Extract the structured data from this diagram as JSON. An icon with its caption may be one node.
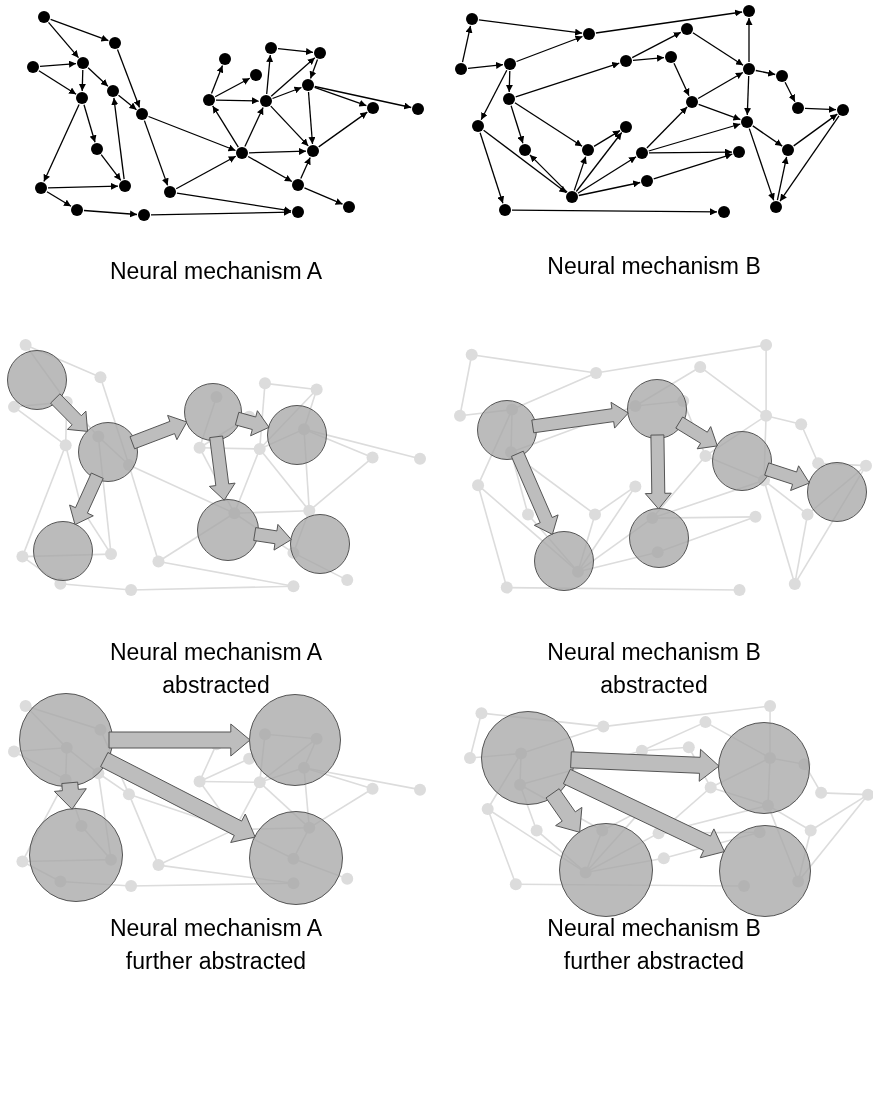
{
  "diagram": {
    "nodes": [
      {
        "text": [],
        "shape": "circle"
      },
      {
        "text": [],
        "shape": "circle"
      },
      {
        "text": [],
        "shape": "circle"
      },
      {
        "text": [],
        "shape": "circle"
      },
      {
        "text": [],
        "shape": "circle"
      },
      {
        "text": [],
        "shape": "circle"
      },
      {
        "text": [],
        "shape": "circle"
      },
      {
        "text": [],
        "shape": "circle"
      },
      {
        "text": [],
        "shape": "circle"
      },
      {
        "text": [],
        "shape": "circle"
      },
      {
        "text": [],
        "shape": "circle"
      },
      {
        "text": [],
        "shape": "circle"
      },
      {
        "text": [],
        "shape": "circle"
      },
      {
        "text": [],
        "shape": "circle"
      },
      {
        "text": [],
        "shape": "circle"
      },
      {
        "text": [],
        "shape": "circle"
      },
      {
        "text": [],
        "shape": "circle"
      },
      {
        "text": [],
        "shape": "circle"
      },
      {
        "text": [],
        "shape": "circle"
      },
      {
        "text": [],
        "shape": "circle"
      },
      {
        "text": [],
        "shape": "circle"
      },
      {
        "text": [],
        "shape": "circle"
      },
      {
        "text": [],
        "shape": "circle"
      },
      {
        "text": [],
        "shape": "circle"
      },
      {
        "text": [],
        "shape": "circle"
      },
      {
        "text": [],
        "shape": "circle"
      },
      {
        "text": [],
        "shape": "circle"
      },
      {
        "text": [],
        "shape": "circle"
      },
      {
        "text": [],
        "shape": "circle"
      },
      {
        "text": [],
        "shape": "circle"
      },
      {
        "text": [],
        "shape": "circle"
      },
      {
        "text": [],
        "shape": "circle"
      },
      {
        "text": [],
        "shape": "circle"
      },
      {
        "text": [],
        "shape": "circle"
      },
      {
        "text": [],
        "shape": "circle"
      },
      {
        "text": [],
        "shape": "circle"
      },
      {
        "text": [],
        "shape": "circle"
      },
      {
        "text": [],
        "shape": "circle"
      },
      {
        "text": [],
        "shape": "circle"
      },
      {
        "text": [],
        "shape": "circle"
      },
      {
        "text": [],
        "shape": "circle"
      },
      {
        "text": [],
        "shape": "circle"
      },
      {
        "text": [],
        "shape": "circle"
      },
      {
        "text": [],
        "shape": "circle"
      },
      {
        "text": [],
        "shape": "circle"
      },
      {
        "text": [],
        "shape": "circle"
      },
      {
        "text": [],
        "shape": "circle"
      },
      {
        "text": [],
        "shape": "circle"
      },
      {
        "text": [],
        "shape": "circle"
      },
      {
        "text": [],
        "shape": "circle"
      },
      {
        "text": [],
        "shape": "circle"
      },
      {
        "text": [],
        "shape": "circle"
      },
      {
        "text": [],
        "shape": "circle"
      },
      {
        "text": [],
        "shape": "circle"
      },
      {
        "text": [],
        "shape": "circle"
      },
      {
        "text": [],
        "shape": "circle"
      },
      {
        "text": [],
        "shape": "circle"
      },
      {
        "text": [],
        "shape": "circle"
      },
      {
        "text": [],
        "shape": "circle"
      },
      {
        "text": [],
        "shape": "circle"
      },
      {
        "text": [],
        "shape": "circle"
      },
      {
        "text": [],
        "shape": "circle"
      },
      {
        "text": [],
        "shape": "circle"
      },
      {
        "text": [],
        "shape": "circle"
      },
      {
        "text": [],
        "shape": "circle"
      },
      {
        "text": [],
        "shape": "circle"
      },
      {
        "text": [],
        "shape": "circle"
      },
      {
        "text": [],
        "shape": "circle"
      },
      {
        "text": [],
        "shape": "circle"
      },
      {
        "text": [],
        "shape": "circle"
      },
      {
        "text": [],
        "shape": "circle"
      },
      {
        "text": [],
        "shape": "circle"
      },
      {
        "text": [],
        "shape": "circle"
      },
      {
        "text": [],
        "shape": "circle"
      },
      {
        "text": [],
        "shape": "circle"
      }
    ],
    "edges": [
      {
        "from": 0,
        "to": 3,
        "arrow": "to"
      },
      {
        "from": 0,
        "to": 1,
        "arrow": "to"
      },
      {
        "from": 2,
        "to": 3,
        "arrow": "to"
      },
      {
        "from": 2,
        "to": 4,
        "arrow": "to"
      },
      {
        "from": 3,
        "to": 4,
        "arrow": "to"
      },
      {
        "from": 3,
        "to": 5,
        "arrow": "to"
      },
      {
        "from": 5,
        "to": 6,
        "arrow": "to"
      },
      {
        "from": 1,
        "to": 6,
        "arrow": "to"
      },
      {
        "from": 4,
        "to": 7,
        "arrow": "to"
      },
      {
        "from": 4,
        "to": 8,
        "arrow": "to"
      },
      {
        "from": 7,
        "to": 9,
        "arrow": "to"
      },
      {
        "from": 8,
        "to": 9,
        "arrow": "to"
      },
      {
        "from": 9,
        "to": 5,
        "arrow": "to"
      },
      {
        "from": 6,
        "to": 10,
        "arrow": "to"
      },
      {
        "from": 8,
        "to": 11,
        "arrow": "to"
      },
      {
        "from": 11,
        "to": 12,
        "arrow": "to"
      },
      {
        "from": 12,
        "to": 13,
        "arrow": "to"
      },
      {
        "from": 10,
        "to": 13,
        "arrow": "to"
      },
      {
        "from": 10,
        "to": 23,
        "arrow": "to"
      },
      {
        "from": 6,
        "to": 23,
        "arrow": "to"
      },
      {
        "from": 23,
        "to": 16,
        "arrow": "to"
      },
      {
        "from": 16,
        "to": 14,
        "arrow": "to"
      },
      {
        "from": 16,
        "to": 15,
        "arrow": "to"
      },
      {
        "from": 16,
        "to": 20,
        "arrow": "to"
      },
      {
        "from": 23,
        "to": 20,
        "arrow": "to"
      },
      {
        "from": 20,
        "to": 17,
        "arrow": "to"
      },
      {
        "from": 20,
        "to": 18,
        "arrow": "to"
      },
      {
        "from": 17,
        "to": 18,
        "arrow": "to"
      },
      {
        "from": 18,
        "to": 19,
        "arrow": "to"
      },
      {
        "from": 20,
        "to": 19,
        "arrow": "to"
      },
      {
        "from": 20,
        "to": 24,
        "arrow": "to"
      },
      {
        "from": 19,
        "to": 24,
        "arrow": "to"
      },
      {
        "from": 19,
        "to": 21,
        "arrow": "to"
      },
      {
        "from": 19,
        "to": 22,
        "arrow": "to"
      },
      {
        "from": 24,
        "to": 21,
        "arrow": "to"
      },
      {
        "from": 23,
        "to": 24,
        "arrow": "to"
      },
      {
        "from": 23,
        "to": 25,
        "arrow": "to"
      },
      {
        "from": 25,
        "to": 24,
        "arrow": "to"
      },
      {
        "from": 25,
        "to": 26,
        "arrow": "to"
      },
      {
        "from": 30,
        "to": 27,
        "arrow": "to"
      },
      {
        "from": 27,
        "to": 28,
        "arrow": "to"
      },
      {
        "from": 28,
        "to": 29,
        "arrow": "to"
      },
      {
        "from": 30,
        "to": 31,
        "arrow": "to"
      },
      {
        "from": 31,
        "to": 28,
        "arrow": "to"
      },
      {
        "from": 31,
        "to": 37,
        "arrow": "to"
      },
      {
        "from": 31,
        "to": 42,
        "arrow": "to"
      },
      {
        "from": 37,
        "to": 33,
        "arrow": "to"
      },
      {
        "from": 33,
        "to": 34,
        "arrow": "to"
      },
      {
        "from": 33,
        "to": 32,
        "arrow": "to"
      },
      {
        "from": 32,
        "to": 35,
        "arrow": "to"
      },
      {
        "from": 34,
        "to": 38,
        "arrow": "to"
      },
      {
        "from": 38,
        "to": 35,
        "arrow": "to"
      },
      {
        "from": 38,
        "to": 41,
        "arrow": "to"
      },
      {
        "from": 35,
        "to": 29,
        "arrow": "to"
      },
      {
        "from": 35,
        "to": 36,
        "arrow": "to"
      },
      {
        "from": 35,
        "to": 41,
        "arrow": "to"
      },
      {
        "from": 36,
        "to": 39,
        "arrow": "to"
      },
      {
        "from": 39,
        "to": 40,
        "arrow": "to"
      },
      {
        "from": 41,
        "to": 48,
        "arrow": "to"
      },
      {
        "from": 41,
        "to": 53,
        "arrow": "to"
      },
      {
        "from": 48,
        "to": 40,
        "arrow": "to"
      },
      {
        "from": 40,
        "to": 53,
        "arrow": "to"
      },
      {
        "from": 53,
        "to": 48,
        "arrow": "to"
      },
      {
        "from": 37,
        "to": 44,
        "arrow": "to"
      },
      {
        "from": 37,
        "to": 45,
        "arrow": "to"
      },
      {
        "from": 42,
        "to": 51,
        "arrow": "to"
      },
      {
        "from": 42,
        "to": 50,
        "arrow": "to"
      },
      {
        "from": 50,
        "to": 44,
        "arrow": "to"
      },
      {
        "from": 50,
        "to": 45,
        "arrow": "to"
      },
      {
        "from": 50,
        "to": 43,
        "arrow": "to"
      },
      {
        "from": 50,
        "to": 46,
        "arrow": "to"
      },
      {
        "from": 50,
        "to": 49,
        "arrow": "to"
      },
      {
        "from": 45,
        "to": 43,
        "arrow": "to"
      },
      {
        "from": 46,
        "to": 38,
        "arrow": "to"
      },
      {
        "from": 46,
        "to": 41,
        "arrow": "to"
      },
      {
        "from": 46,
        "to": 47,
        "arrow": "to"
      },
      {
        "from": 49,
        "to": 47,
        "arrow": "to"
      },
      {
        "from": 51,
        "to": 52,
        "arrow": "to"
      },
      {
        "from": 54,
        "to": 55,
        "arrow": "to",
        "style": "thick"
      },
      {
        "from": 55,
        "to": 56,
        "arrow": "to",
        "style": "thick"
      },
      {
        "from": 56,
        "to": 57,
        "arrow": "to",
        "style": "thick"
      },
      {
        "from": 56,
        "to": 59,
        "arrow": "to",
        "style": "thick"
      },
      {
        "from": 55,
        "to": 58,
        "arrow": "to",
        "style": "thick"
      },
      {
        "from": 59,
        "to": 60,
        "arrow": "to",
        "style": "thick"
      },
      {
        "from": 61,
        "to": 62,
        "arrow": "to",
        "style": "thick"
      },
      {
        "from": 61,
        "to": 65,
        "arrow": "to",
        "style": "thick"
      },
      {
        "from": 62,
        "to": 66,
        "arrow": "to",
        "style": "thick"
      },
      {
        "from": 62,
        "to": 63,
        "arrow": "to",
        "style": "thick"
      },
      {
        "from": 63,
        "to": 64,
        "arrow": "to",
        "style": "thick"
      },
      {
        "from": 67,
        "to": 68,
        "arrow": "to",
        "style": "thick"
      },
      {
        "from": 67,
        "to": 69,
        "arrow": "to",
        "style": "thick"
      },
      {
        "from": 67,
        "to": 70,
        "arrow": "to",
        "style": "thick"
      },
      {
        "from": 71,
        "to": 72,
        "arrow": "to",
        "style": "thick"
      },
      {
        "from": 71,
        "to": 73,
        "arrow": "to",
        "style": "thick"
      },
      {
        "from": 71,
        "to": 74,
        "arrow": "to",
        "style": "thick"
      }
    ],
    "labels": [
      "Neural mechanism A",
      "Neural mechanism B",
      "Neural mechanism A abstracted",
      "Neural mechanism B abstracted",
      "Neural mechanism A further abstracted",
      "Neural mechanism B further abstracted"
    ]
  }
}
